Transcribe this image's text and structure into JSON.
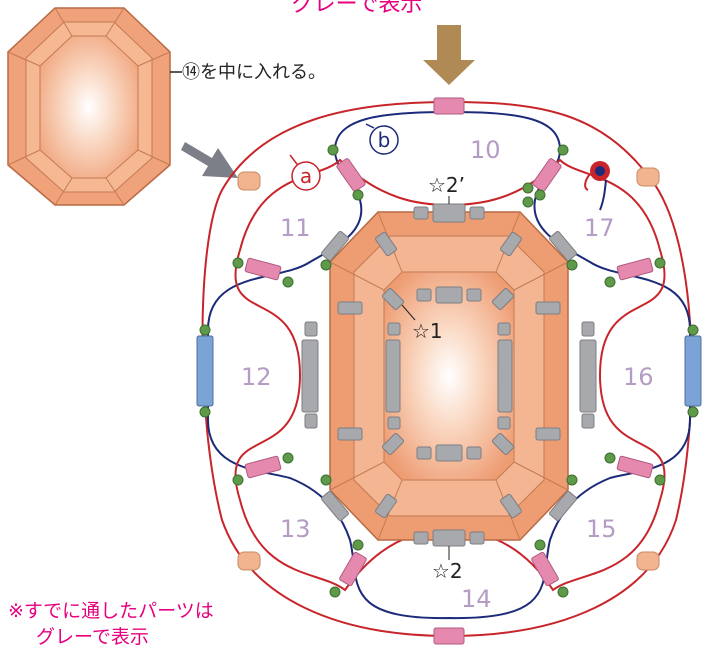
{
  "top_note": "グレーで表示",
  "instruction": "⑭を中に入れる。",
  "footnote": [
    "※すでに通したパーツは",
    "グレーで表示"
  ],
  "wire_labels": {
    "a": "a",
    "b": "b"
  },
  "section_numbers": [
    "10",
    "11",
    "12",
    "13",
    "14",
    "15",
    "16",
    "17"
  ],
  "markers": {
    "star1": "☆1",
    "star2": "☆2",
    "star2p": "☆2’"
  },
  "colors": {
    "gem_light": "#fdf1ea",
    "gem_mid": "#f4b592",
    "gem_dark": "#e89267",
    "gem_edge": "#b86a44",
    "wire_red": "#c8252b",
    "wire_blue": "#1c2a7a",
    "bead_pink": "#e58aae",
    "bead_blue": "#7ba3d6",
    "bead_green": "#5e9a4a",
    "bead_peach": "#f2b48e",
    "bead_gray": "#a8a9ad",
    "arrow_brown": "#b08a55",
    "arrow_gray": "#7c7f87",
    "number_purple": "#b49cc4",
    "note_magenta": "#e6007e"
  }
}
